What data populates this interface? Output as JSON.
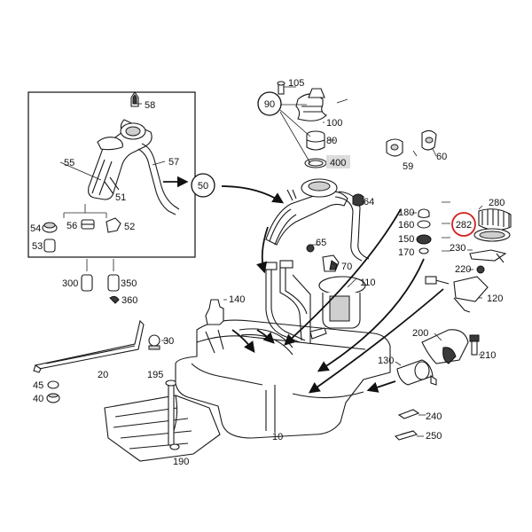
{
  "diagram": {
    "callouts": {
      "c10": "10",
      "c20": "20",
      "c30": "30",
      "c40": "40",
      "c45": "45",
      "c50": "50",
      "c51": "51",
      "c52": "52",
      "c53": "53",
      "c54": "54",
      "c55": "55",
      "c56": "56",
      "c57": "57",
      "c58": "58",
      "c59": "59",
      "c60": "60",
      "c64": "64",
      "c65": "65",
      "c70": "70",
      "c80": "80",
      "c90": "90",
      "c100": "100",
      "c105": "105",
      "c110": "110",
      "c120": "120",
      "c130": "130",
      "c140": "140",
      "c150": "150",
      "c160": "160",
      "c170": "170",
      "c180": "180",
      "c190": "190",
      "c195": "195",
      "c200": "200",
      "c210": "210",
      "c220": "220",
      "c230": "230",
      "c240": "240",
      "c250": "250",
      "c280": "280",
      "c282": "282",
      "c300": "300",
      "c350": "350",
      "c360": "360",
      "c400": "400"
    },
    "highlight": {
      "part": "282",
      "color": "#d42020"
    },
    "label_box_fill": "#dcdcdc"
  }
}
